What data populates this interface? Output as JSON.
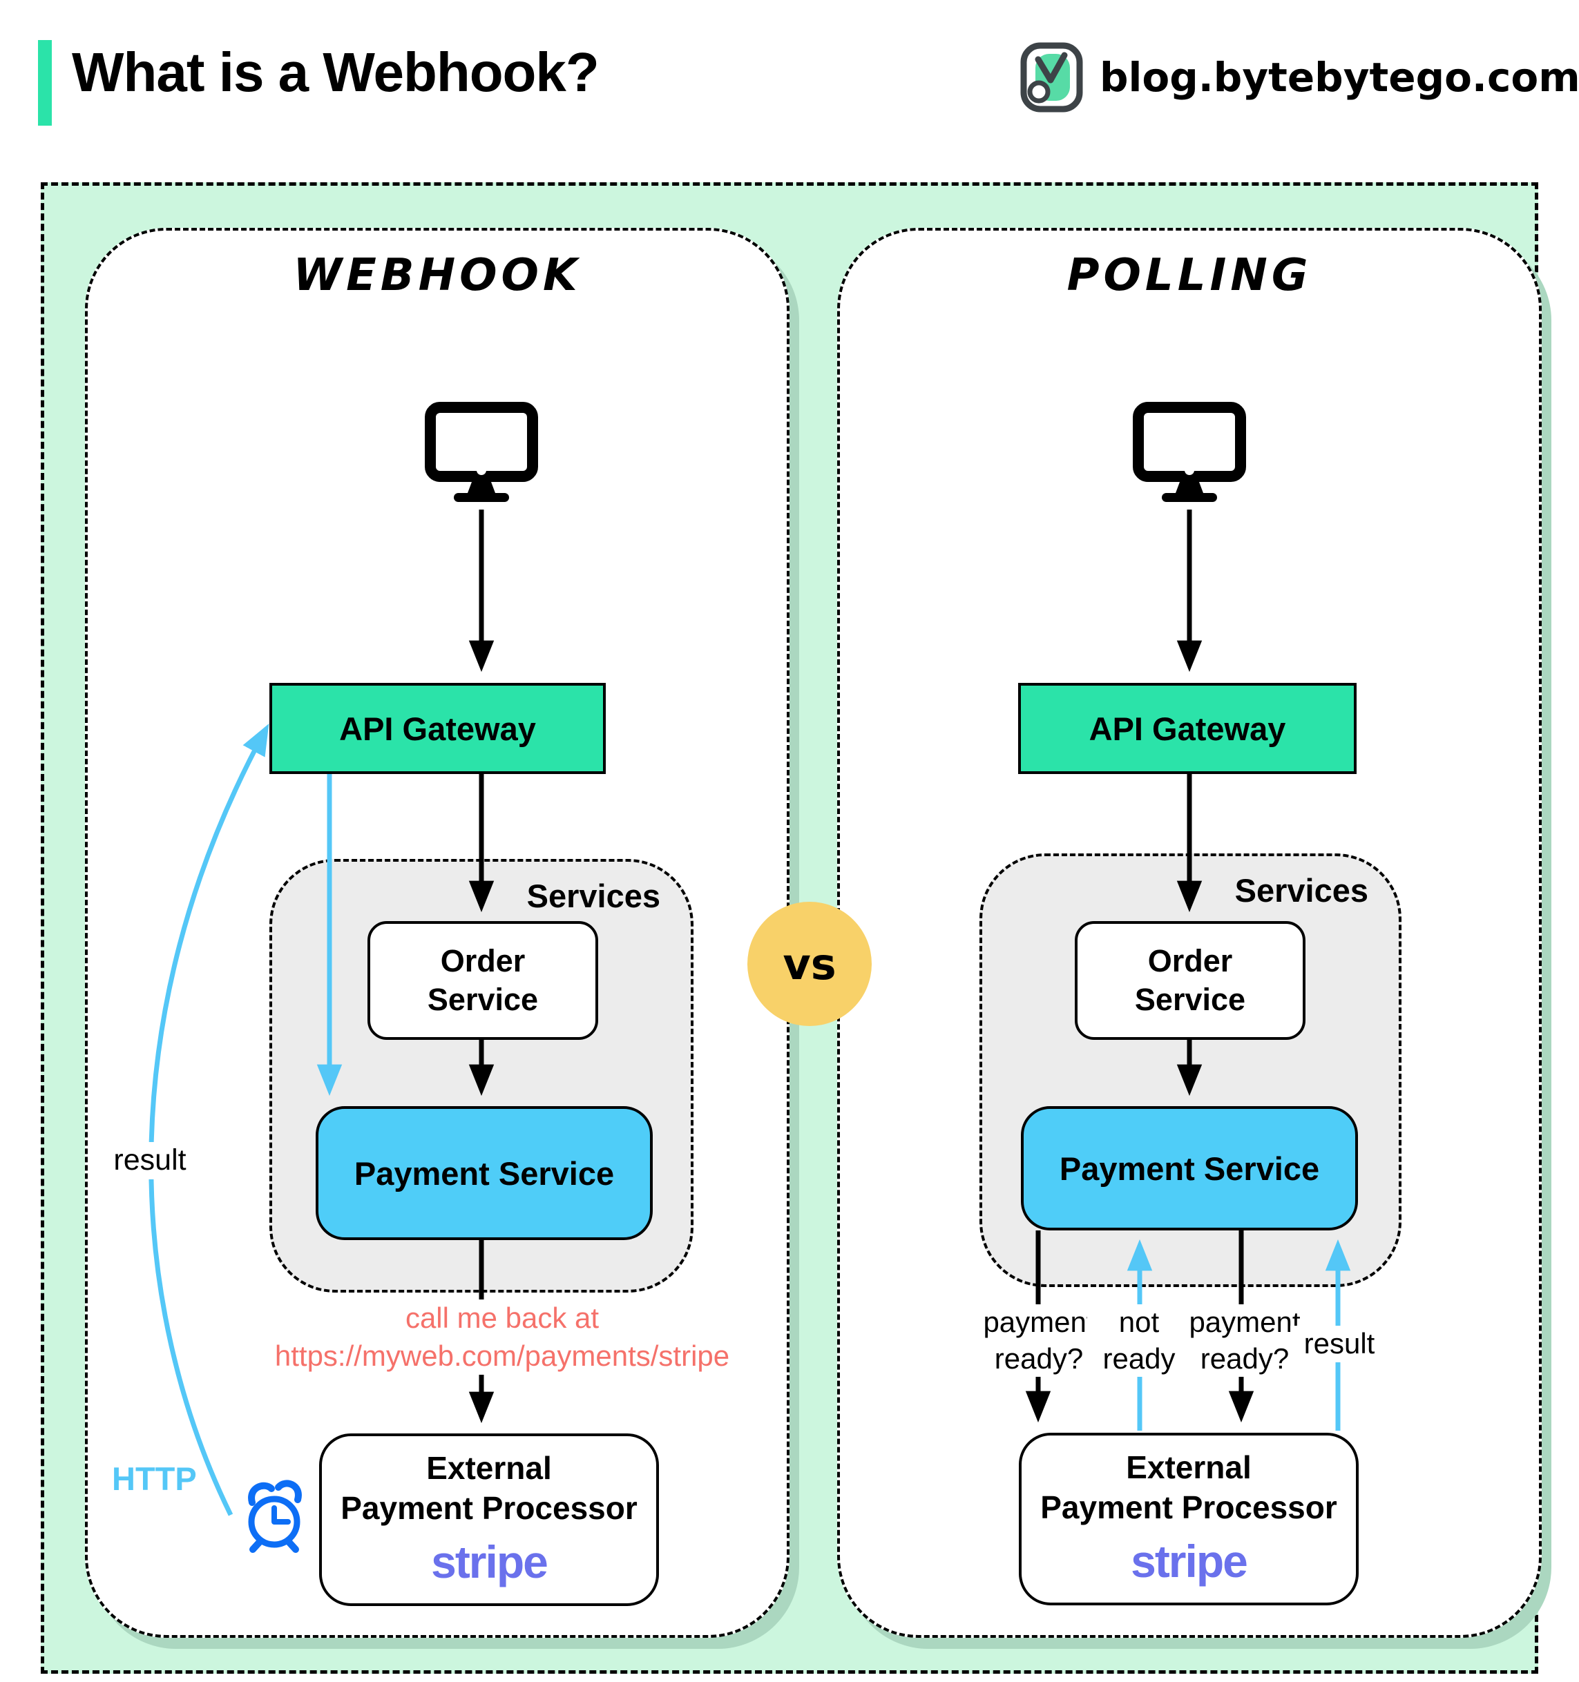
{
  "header": {
    "title": "What is a Webhook?",
    "site_label": "blog.bytebytego.com",
    "logo_icon": "bytebytego-owl-logo"
  },
  "comparison": {
    "vs_label": "vs"
  },
  "icons": {
    "client": "desktop-monitor-icon",
    "timer": "alarm-clock-icon",
    "logo": "bytebytego-owl-logo"
  },
  "colors": {
    "mint": "#ccf6de",
    "teal": "#2be3a9",
    "payment-blue": "#4fcdf8",
    "arrow-blue": "#54c7f7",
    "clock-blue": "#0d6ef5",
    "services-gray": "#ececec",
    "vs-yellow": "#f8d169",
    "note-salmon": "#f5716a",
    "stripe-purple": "#6a71ec",
    "shadow-green": "#abd7c0"
  },
  "webhook": {
    "title": "Webhook",
    "client_icon": "desktop-monitor-icon",
    "api_gateway_label": "API Gateway",
    "services_label": "Services",
    "order_service_label": "Order\nService",
    "payment_service_label": "Payment Service",
    "note_line1": "call me back at",
    "note_line2": "https://myweb.com/payments/stripe",
    "external_processor_label": "External\nPayment Processor",
    "external_logo_label": "stripe",
    "http_label": "HTTP",
    "result_label": "result",
    "timer_icon": "alarm-clock-icon"
  },
  "polling": {
    "title": "Polling",
    "client_icon": "desktop-monitor-icon",
    "api_gateway_label": "API Gateway",
    "services_label": "Services",
    "order_service_label": "Order\nService",
    "payment_service_label": "Payment Service",
    "external_processor_label": "External\nPayment Processor",
    "external_logo_label": "stripe",
    "arrow_labels": [
      "payment\nready?",
      "not\nready",
      "payment\nready?",
      "result"
    ]
  }
}
